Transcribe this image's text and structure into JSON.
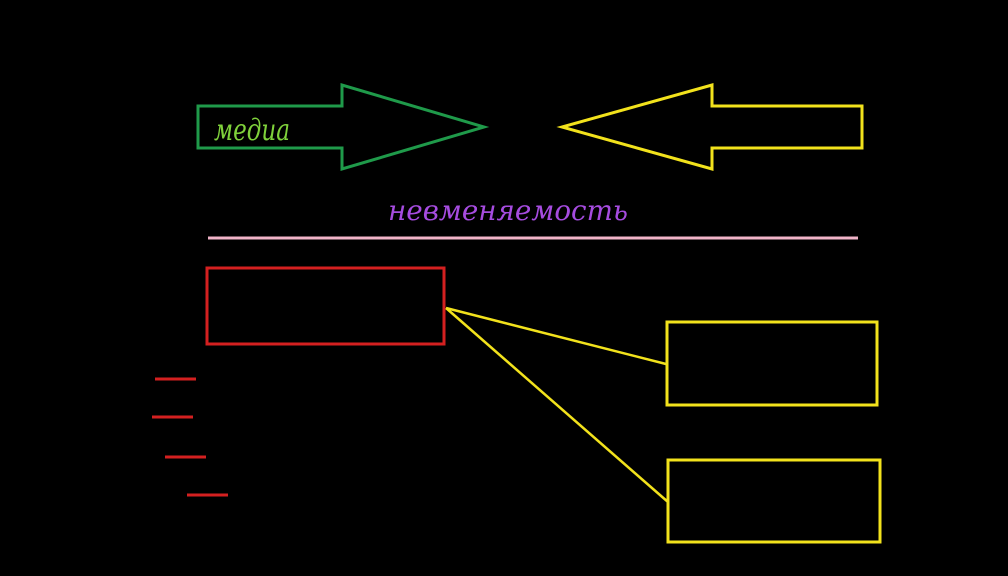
{
  "canvas": {
    "background": "#000000"
  },
  "colors": {
    "green_arrow": "#1f9a4a",
    "green_text": "#7fd13b",
    "yellow": "#f2e21c",
    "red": "#d42020",
    "violet_text": "#a64ce0",
    "divider": "#f0b4c8"
  },
  "labels": {
    "left_arrow_text": "медиа",
    "center_word": "невменяемость"
  },
  "shapes": {
    "left_arrow": {
      "type": "arrow-right",
      "icon": "arrow-right-icon"
    },
    "right_arrow": {
      "type": "arrow-left",
      "icon": "arrow-left-icon"
    },
    "top_box": {
      "type": "rectangle",
      "text": ""
    },
    "right_box_1": {
      "type": "rectangle",
      "text": ""
    },
    "right_box_2": {
      "type": "rectangle",
      "text": ""
    },
    "list_marks": {
      "count": 4
    }
  }
}
